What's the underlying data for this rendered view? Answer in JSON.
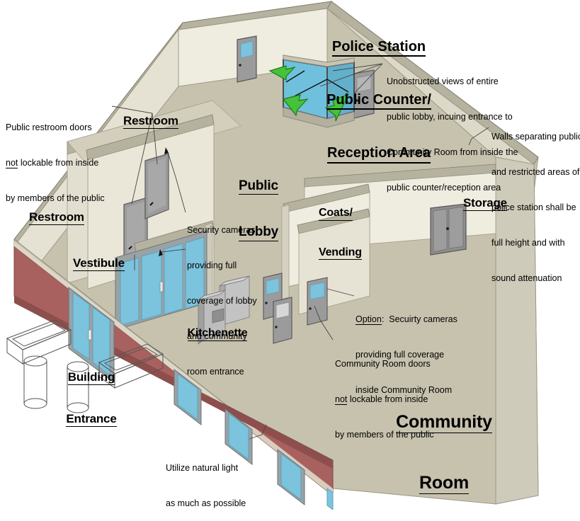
{
  "title": {
    "line1": "Police Station",
    "line2": "Public Counter/",
    "line3": "Reception Area"
  },
  "room_labels": {
    "restroom_upper": "Restroom",
    "restroom_left": "Restroom",
    "vestibule": "Vestibule",
    "public_lobby_1": "Public",
    "public_lobby_2": "Lobby",
    "coats_vending_1": "Coats/",
    "coats_vending_2": "Vending",
    "storage": "Storage",
    "kitchenette": "Kitchenette",
    "building_entrance_1": "Building",
    "building_entrance_2": "Entrance",
    "community_room_1": "Community",
    "community_room_2": "Room"
  },
  "annotations": {
    "restroom_doors": {
      "l1_a": "Public restroom doors",
      "l2_underlined": "not",
      "l2_rest": " lockable from inside",
      "l3": "by members of the public"
    },
    "unobstructed_views": {
      "l1": "Unobstructed views of entire",
      "l2": "public lobby, incuing entrance to",
      "l3": "Community Room from inside the",
      "l4": "public counter/reception area"
    },
    "walls_separating": {
      "l1": "Walls separating public",
      "l2": "and restricted areas of",
      "l3": "police station shall be",
      "l4": "full height and with",
      "l5": "sound attenuation"
    },
    "security_cameras_lobby": {
      "l1": "Security cameras",
      "l2": "providing full",
      "l3": "coverage of lobby",
      "l4": "and community",
      "l5": "room entrance"
    },
    "option_cameras": {
      "l1_underlined": "Option",
      "l1_rest": ":  Secuirty cameras",
      "l2": "providing full coverage",
      "l3": "inside Community Room"
    },
    "community_room_doors": {
      "l1": "Community Room doors",
      "l2_underlined": "not",
      "l2_rest": " lockable from inside",
      "l3": "by members of the public"
    },
    "natural_light": {
      "l1": "Utilize natural light",
      "l2": "as much as possible"
    }
  },
  "colors": {
    "floor": "#c7c2ae",
    "floor_dark": "#b8b3a0",
    "wall_face_light": "#efece0",
    "wall_face_shade": "#ddd9c8",
    "wall_top": "#b6b2a0",
    "wall_edge": "#8e8a79",
    "brick": "#a8615e",
    "brick_dark": "#8d4f4d",
    "glass": "#7cc3dd",
    "glass_dark": "#63b0cc",
    "door_gray": "#9b9b9b",
    "door_dark": "#7d7d7d",
    "cabinet": "#c3c3c3",
    "arrow_green": "#45c23a",
    "arrow_green_dark": "#2e8c26",
    "outline": "#555555",
    "counter_glass": "#6fc0dd"
  },
  "icons": {
    "arrow_left": "view-arrow-left-icon",
    "arrow_down_left": "view-arrow-downleft-icon",
    "arrow_right": "view-arrow-right-icon",
    "camera": "security-camera-icon"
  }
}
